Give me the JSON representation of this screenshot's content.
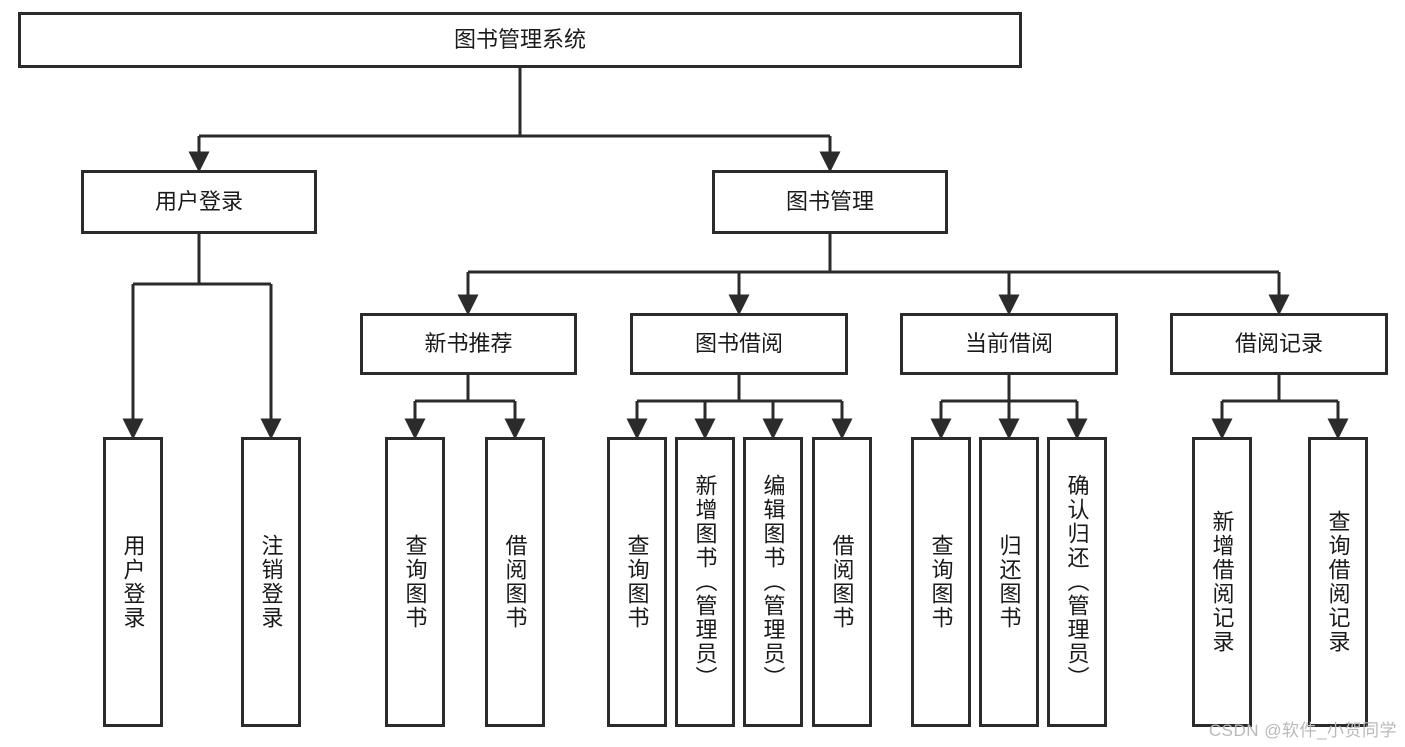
{
  "diagram": {
    "type": "tree-hierarchy",
    "title": "图书管理系统",
    "watermark": "CSDN @软件_小贺同学",
    "style": {
      "box_fill": "#ffffff",
      "box_stroke": "#2b2b2b",
      "connector_stroke": "#2b2b2b",
      "text_color": "#1a1a1a",
      "background": "#ffffff"
    },
    "nodes": {
      "root": {
        "label": "图书管理系统",
        "level": 0,
        "orientation": "horizontal"
      },
      "user_login": {
        "label": "用户登录",
        "level": 1,
        "orientation": "horizontal"
      },
      "book_manage": {
        "label": "图书管理",
        "level": 1,
        "orientation": "horizontal"
      },
      "new_book_rec": {
        "label": "新书推荐",
        "level": 2,
        "orientation": "horizontal"
      },
      "book_borrow": {
        "label": "图书借阅",
        "level": 2,
        "orientation": "horizontal"
      },
      "current_borrow": {
        "label": "当前借阅",
        "level": 2,
        "orientation": "horizontal"
      },
      "borrow_record": {
        "label": "借阅记录",
        "level": 2,
        "orientation": "horizontal"
      },
      "leaf_user_login": {
        "label": "用户登录",
        "level": 2,
        "orientation": "vertical"
      },
      "leaf_logout": {
        "label": "注销登录",
        "level": 2,
        "orientation": "vertical"
      },
      "leaf_query_book_a": {
        "label": "查询图书",
        "level": 3,
        "orientation": "vertical"
      },
      "leaf_borrow_book_a": {
        "label": "借阅图书",
        "level": 3,
        "orientation": "vertical"
      },
      "leaf_query_book_b": {
        "label": "查询图书",
        "level": 3,
        "orientation": "vertical"
      },
      "leaf_add_book": {
        "label": "新增图书（管理员）",
        "level": 3,
        "orientation": "vertical"
      },
      "leaf_edit_book": {
        "label": "编辑图书（管理员）",
        "level": 3,
        "orientation": "vertical"
      },
      "leaf_borrow_book_b": {
        "label": "借阅图书",
        "level": 3,
        "orientation": "vertical"
      },
      "leaf_query_book_c": {
        "label": "查询图书",
        "level": 3,
        "orientation": "vertical"
      },
      "leaf_return_book": {
        "label": "归还图书",
        "level": 3,
        "orientation": "vertical"
      },
      "leaf_confirm_return": {
        "label": "确认归还（管理员）",
        "level": 3,
        "orientation": "vertical"
      },
      "leaf_add_record": {
        "label": "新增借阅记录",
        "level": 3,
        "orientation": "vertical"
      },
      "leaf_query_record": {
        "label": "查询借阅记录",
        "level": 3,
        "orientation": "vertical"
      }
    },
    "edges": [
      {
        "from": "root",
        "to": "user_login"
      },
      {
        "from": "root",
        "to": "book_manage"
      },
      {
        "from": "user_login",
        "to": "leaf_user_login"
      },
      {
        "from": "user_login",
        "to": "leaf_logout"
      },
      {
        "from": "book_manage",
        "to": "new_book_rec"
      },
      {
        "from": "book_manage",
        "to": "book_borrow"
      },
      {
        "from": "book_manage",
        "to": "current_borrow"
      },
      {
        "from": "book_manage",
        "to": "borrow_record"
      },
      {
        "from": "new_book_rec",
        "to": "leaf_query_book_a"
      },
      {
        "from": "new_book_rec",
        "to": "leaf_borrow_book_a"
      },
      {
        "from": "book_borrow",
        "to": "leaf_query_book_b"
      },
      {
        "from": "book_borrow",
        "to": "leaf_add_book"
      },
      {
        "from": "book_borrow",
        "to": "leaf_edit_book"
      },
      {
        "from": "book_borrow",
        "to": "leaf_borrow_book_b"
      },
      {
        "from": "current_borrow",
        "to": "leaf_query_book_c"
      },
      {
        "from": "current_borrow",
        "to": "leaf_return_book"
      },
      {
        "from": "current_borrow",
        "to": "leaf_confirm_return"
      },
      {
        "from": "borrow_record",
        "to": "leaf_add_record"
      },
      {
        "from": "borrow_record",
        "to": "leaf_query_record"
      }
    ]
  }
}
